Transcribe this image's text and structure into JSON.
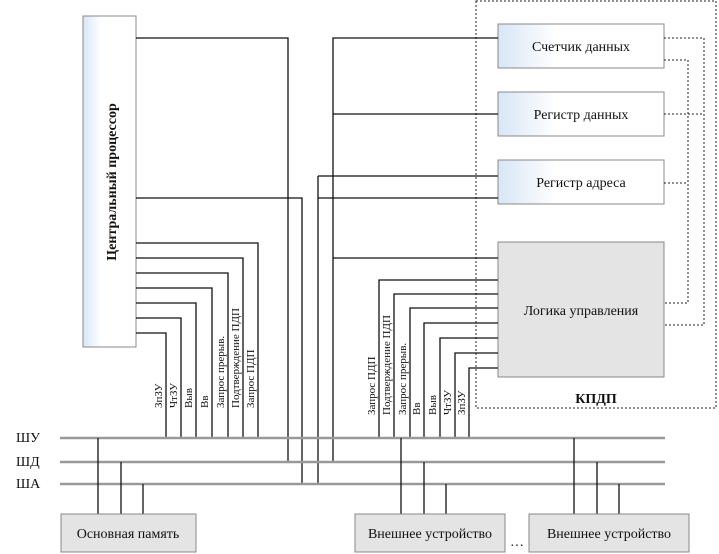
{
  "cpu": {
    "label": "Центральный процессор"
  },
  "kdp": {
    "label": "КПДП",
    "blocks": {
      "data_counter": "Счетчик данных",
      "data_register": "Регистр данных",
      "address_register": "Регистр адреса",
      "control_logic": "Логика управления"
    }
  },
  "buses": {
    "control": "ШУ",
    "data": "ШД",
    "address": "ША"
  },
  "devices": {
    "main_memory": "Основная память",
    "external_1": "Внешнее устройство",
    "external_2": "Внешнее устройство",
    "ellipsis": "…"
  },
  "cpu_signals": [
    "ЗпЗУ",
    "ЧтЗУ",
    "Выв",
    "Вв",
    "Запрос прерыв.",
    "Подтверждение ПДП",
    "Запрос ПДП"
  ],
  "kdp_signals": [
    "Запрос ПДП",
    "Подтверждение ПДП",
    "Запрос прерыв.",
    "Вв",
    "Выв",
    "ЧтЗУ",
    "ЗпЗУ"
  ]
}
